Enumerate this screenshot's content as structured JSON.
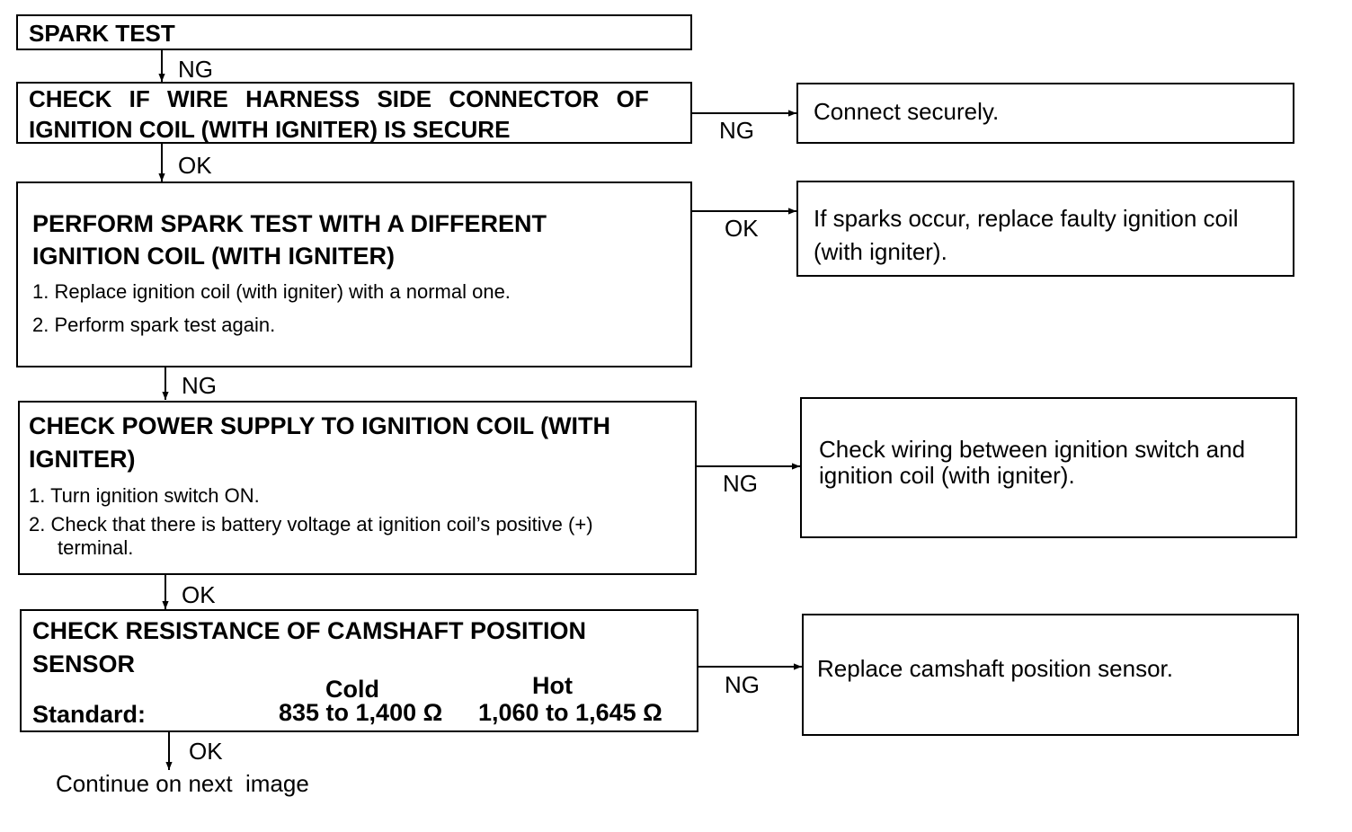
{
  "boxes": {
    "spark_test": {
      "title": "SPARK TEST"
    },
    "check_connector": {
      "title_line1": "CHECK IF WIRE HARNESS SIDE CONNECTOR OF",
      "title_line2": "IGNITION COIL (WITH IGNITER) IS SECURE"
    },
    "perform_spark": {
      "title_line1": "PERFORM SPARK TEST WITH A DIFFERENT",
      "title_line2": "IGNITION COIL (WITH IGNITER)",
      "step1": "1. Replace ignition coil (with igniter) with a normal one.",
      "step2": "2. Perform spark test again."
    },
    "check_power": {
      "title_line1": "CHECK POWER SUPPLY TO IGNITION COIL (WITH",
      "title_line2": "IGNITER)",
      "step1": "1. Turn ignition switch ON.",
      "step2_line1": "2. Check that there is battery voltage at ignition coil’s positive (+)",
      "step2_line2": "terminal."
    },
    "check_resistance": {
      "title_line1": "CHECK RESISTANCE OF CAMSHAFT POSITION",
      "title_line2": "SENSOR",
      "standard_label": "Standard:",
      "cold_label": "Cold",
      "cold_value": "835 to 1,400 Ω",
      "hot_label": "Hot",
      "hot_value": "1,060 to 1,645 Ω"
    }
  },
  "results": {
    "connect": "Connect securely.",
    "replace_coil_line1": "If sparks occur, replace faulty ignition coil",
    "replace_coil_line2": "(with igniter).",
    "check_wiring_line1": "Check wiring between ignition switch and",
    "check_wiring_line2": "ignition coil (with igniter).",
    "replace_sensor": "Replace camshaft position sensor."
  },
  "labels": {
    "ng1": "NG",
    "ng_connect": "NG",
    "ok1": "OK",
    "ok_spark": "OK",
    "ng2": "NG",
    "ng_power": "NG",
    "ok2": "OK",
    "ng_resist": "NG",
    "ok3": "OK"
  },
  "footer": "Continue on next  image"
}
